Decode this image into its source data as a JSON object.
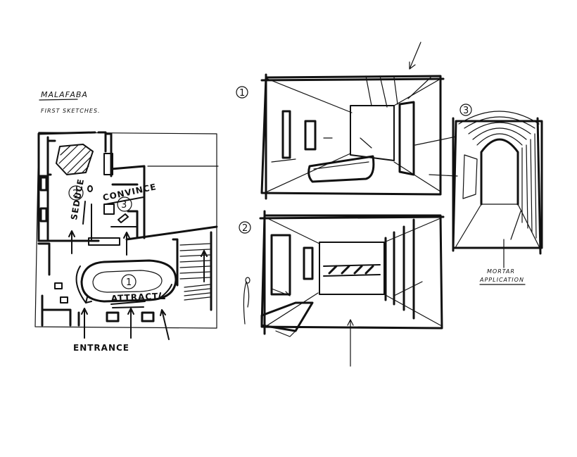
{
  "sheet": {
    "title": "MALAFABA",
    "subtitle": "FIRST SKETCHES."
  },
  "plan": {
    "labels": {
      "seduce": "SEDUCE",
      "convince": "CONVINCE",
      "attract": "ATTRACT",
      "entrance": "ENTRANCE"
    },
    "zones": [
      "1",
      "2",
      "3"
    ]
  },
  "views": {
    "view1_number": "1",
    "view2_number": "2",
    "view3_number": "3",
    "note_line1": "MORTAR",
    "note_line2": "APPLICATION"
  },
  "colors": {
    "ink": "#111111",
    "paper": "#ffffff"
  }
}
